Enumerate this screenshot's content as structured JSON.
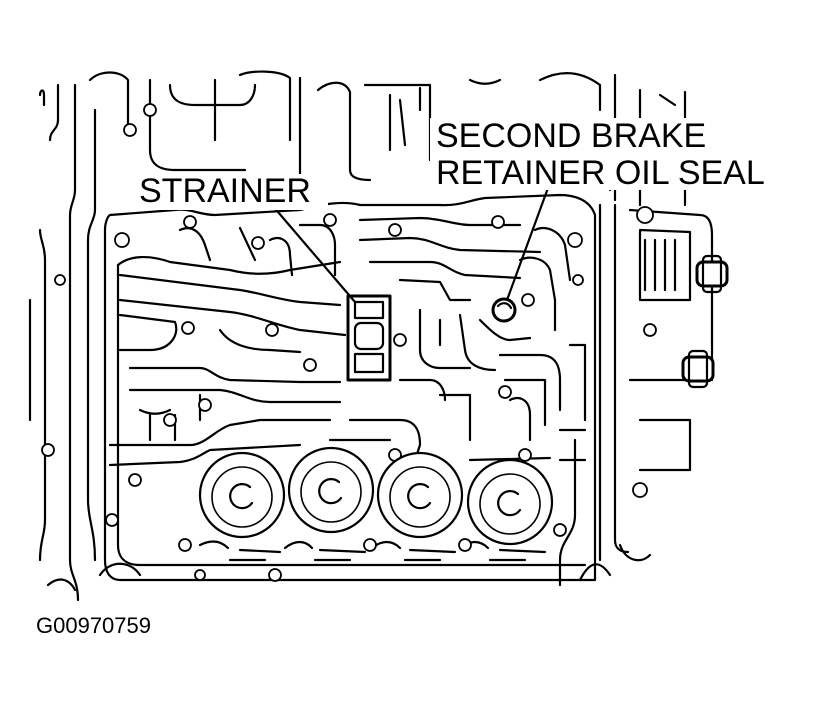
{
  "labels": {
    "strainer": "STRAINER",
    "oil_seal_line1": "SECOND BRAKE",
    "oil_seal_line2": "RETAINER OIL SEAL"
  },
  "figure_id": "G00970759",
  "colors": {
    "line": "#000000",
    "background": "#ffffff"
  }
}
